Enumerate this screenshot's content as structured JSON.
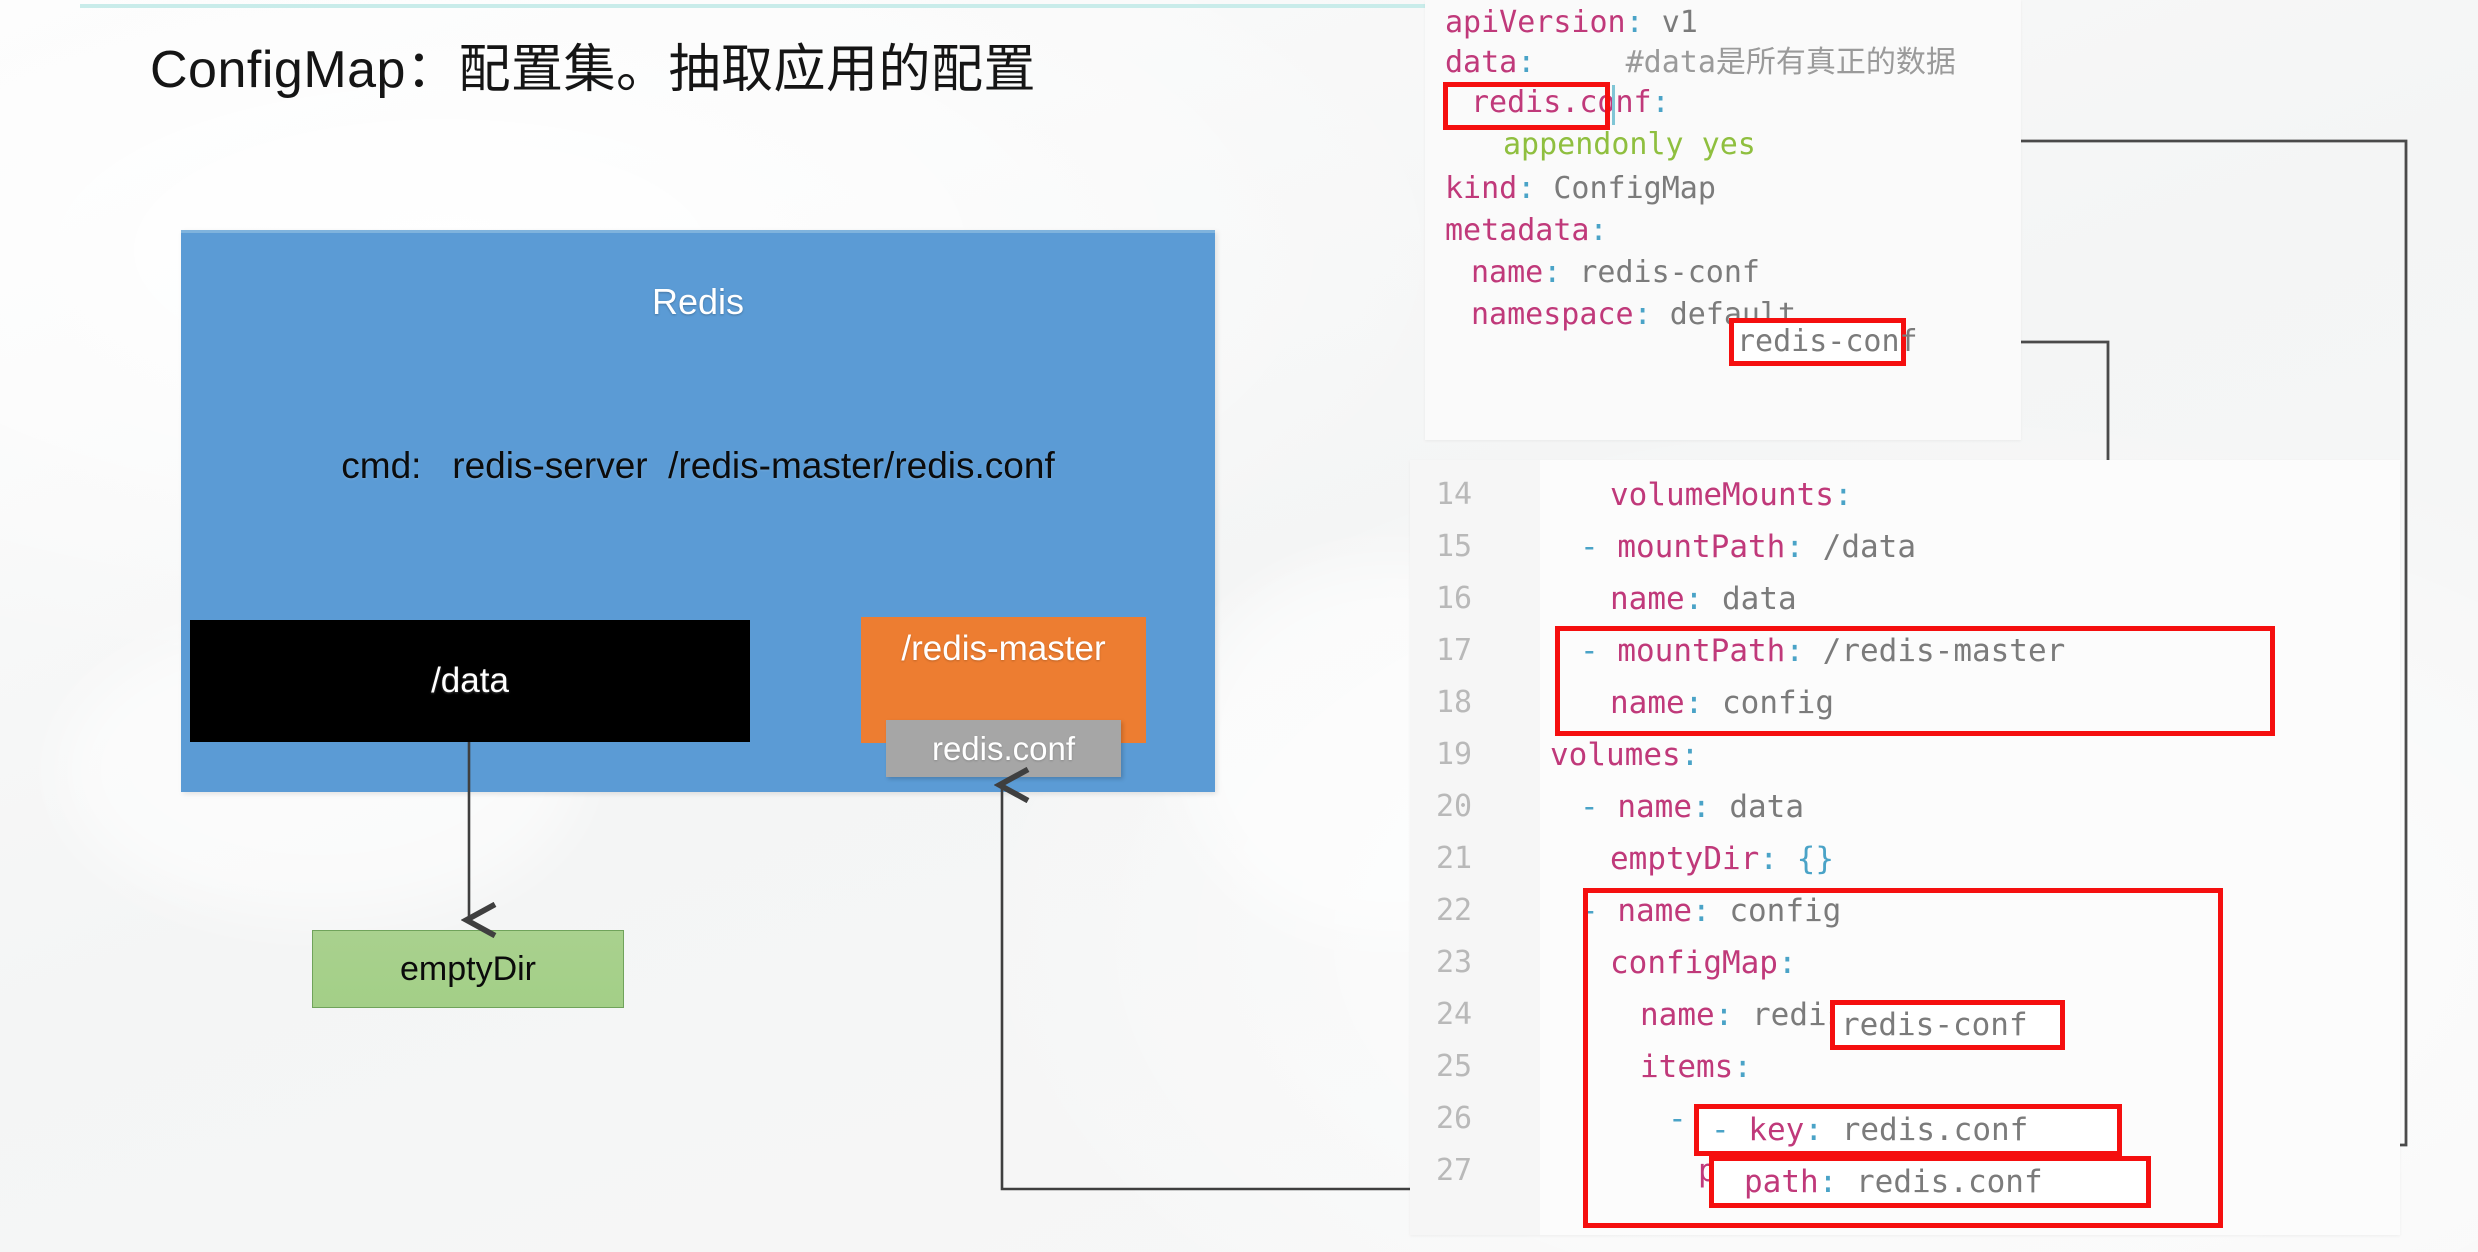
{
  "slide": {
    "title": "ConfigMap：配置集。抽取应用的配置"
  },
  "diagram": {
    "pod_label": "Redis",
    "cmd_label": "cmd:   redis-server  /redis-master/redis.conf",
    "data_volume_label": "/data",
    "master_mount_label": "/redis-master",
    "conf_file_label": "redis.conf",
    "emptydir_label": "emptyDir"
  },
  "colors": {
    "pod": "#5b9bd5",
    "data_volume": "#000000",
    "master_mount": "#ed7d31",
    "conf_file": "#a6a6a6",
    "emptydir": "#a9d18e",
    "highlight": "#f50f0f",
    "connector": "#4a4a4a",
    "top_rule": "#c9ecea"
  },
  "configmap_yaml": {
    "lines": [
      {
        "indent": 0,
        "key": "apiVersion",
        "sep": ": ",
        "value": "v1",
        "comment": ""
      },
      {
        "indent": 0,
        "key": "data",
        "sep": ":",
        "value": "",
        "comment": "#data是所有真正的数据"
      },
      {
        "indent": 2,
        "key": "redis.conf",
        "sep": ":",
        "value": "",
        "comment": ""
      },
      {
        "indent": 4,
        "key": "",
        "sep": "",
        "value": "appendonly yes",
        "comment": "",
        "style": "str"
      },
      {
        "indent": 0,
        "key": "kind",
        "sep": ": ",
        "value": "ConfigMap",
        "comment": ""
      },
      {
        "indent": 0,
        "key": "metadata",
        "sep": ":",
        "value": "",
        "comment": ""
      },
      {
        "indent": 2,
        "key": "name",
        "sep": ": ",
        "value": "redis-conf",
        "comment": ""
      },
      {
        "indent": 2,
        "key": "namespace",
        "sep": ": ",
        "value": "default",
        "comment": ""
      }
    ]
  },
  "pod_yaml": {
    "numbers": [
      "14",
      "15",
      "16",
      "17",
      "18",
      "19",
      "20",
      "21",
      "22",
      "23",
      "24",
      "25",
      "26",
      "27"
    ],
    "lines": [
      {
        "num": "14",
        "text": "    volumeMounts:",
        "key": "volumeMounts"
      },
      {
        "num": "15",
        "text": "    - mountPath: /data",
        "key": "mountPath",
        "value": "/data"
      },
      {
        "num": "16",
        "text": "      name: data",
        "key": "name",
        "value": "data"
      },
      {
        "num": "17",
        "text": "    - mountPath: /redis-master",
        "key": "mountPath",
        "value": "/redis-master"
      },
      {
        "num": "18",
        "text": "      name: config",
        "key": "name",
        "value": "config"
      },
      {
        "num": "19",
        "text": "  volumes:",
        "key": "volumes"
      },
      {
        "num": "20",
        "text": "    - name: data",
        "key": "name",
        "value": "data"
      },
      {
        "num": "21",
        "text": "      emptyDir: {}",
        "key": "emptyDir",
        "value": "{}"
      },
      {
        "num": "22",
        "text": "    - name: config",
        "key": "name",
        "value": "config"
      },
      {
        "num": "23",
        "text": "      configMap:",
        "key": "configMap"
      },
      {
        "num": "24",
        "text": "        name: redis-conf",
        "key": "name",
        "value": "redis-conf"
      },
      {
        "num": "25",
        "text": "        items:",
        "key": "items"
      },
      {
        "num": "26",
        "text": "        - key: redis.conf",
        "key": "key",
        "value": "redis.conf"
      },
      {
        "num": "27",
        "text": "          path: redis.conf",
        "key": "path",
        "value": "redis.conf"
      }
    ]
  },
  "highlights": [
    {
      "name": "highlight-configmap-data-key",
      "label": "redis.conf:"
    },
    {
      "name": "highlight-configmap-name",
      "label": "redis-conf"
    },
    {
      "name": "highlight-mount-config",
      "label": "mountPath: /redis-master / name: config"
    },
    {
      "name": "highlight-volume-config",
      "label": "- name: config ... path: redis.conf"
    },
    {
      "name": "highlight-volume-configmap-name",
      "label": "redis-conf"
    },
    {
      "name": "highlight-item-key",
      "label": "- key: redis.conf"
    },
    {
      "name": "highlight-item-path",
      "label": "path: redis.conf"
    }
  ]
}
